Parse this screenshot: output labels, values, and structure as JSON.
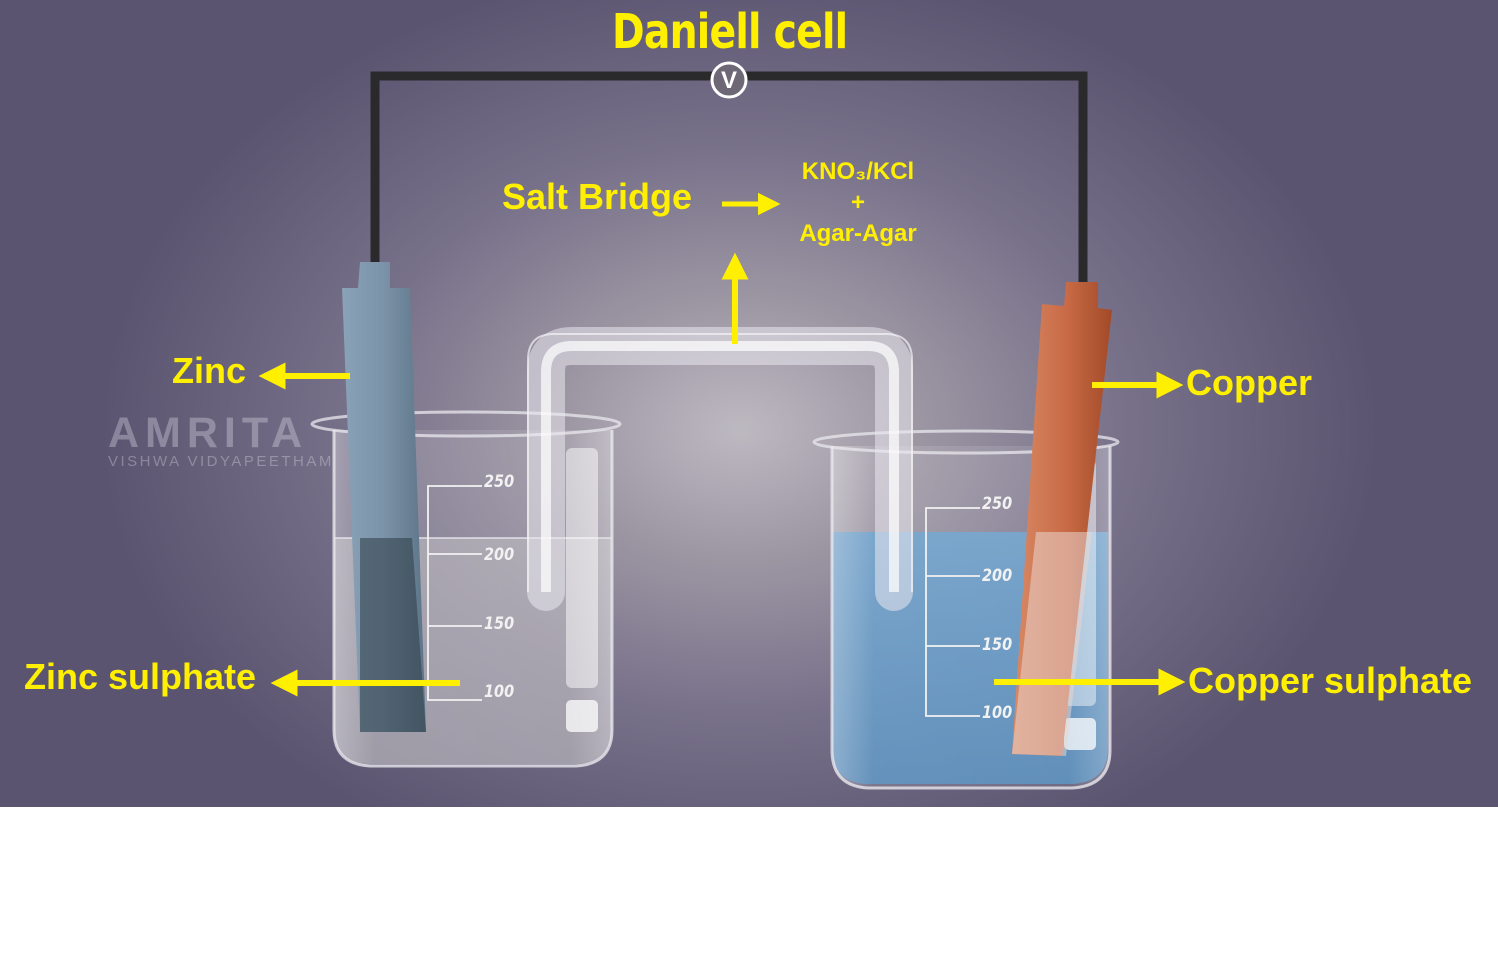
{
  "title": "Daniell cell",
  "voltmeter_symbol": "V",
  "salt_bridge": {
    "label": "Salt Bridge",
    "composition": [
      "KNO₃/KCl",
      "+",
      "Agar-Agar"
    ]
  },
  "labels": {
    "zinc": "Zinc",
    "copper": "Copper",
    "zinc_sulphate": "Zinc sulphate",
    "copper_sulphate": "Copper sulphate"
  },
  "beaker_left_marks": [
    "250",
    "200",
    "150",
    "100"
  ],
  "beaker_right_marks": [
    "250",
    "200",
    "150",
    "100"
  ],
  "watermark": {
    "name": "AMRITA",
    "sub": "VISHWA VIDYAPEETHAM"
  },
  "colors": {
    "label": "#ffef00",
    "zinc_electrode": "#7b93a8",
    "copper_electrode": "#c86a45",
    "copper_sulphate_solution": "#5b90bd",
    "wire": "#2a2a2c"
  }
}
